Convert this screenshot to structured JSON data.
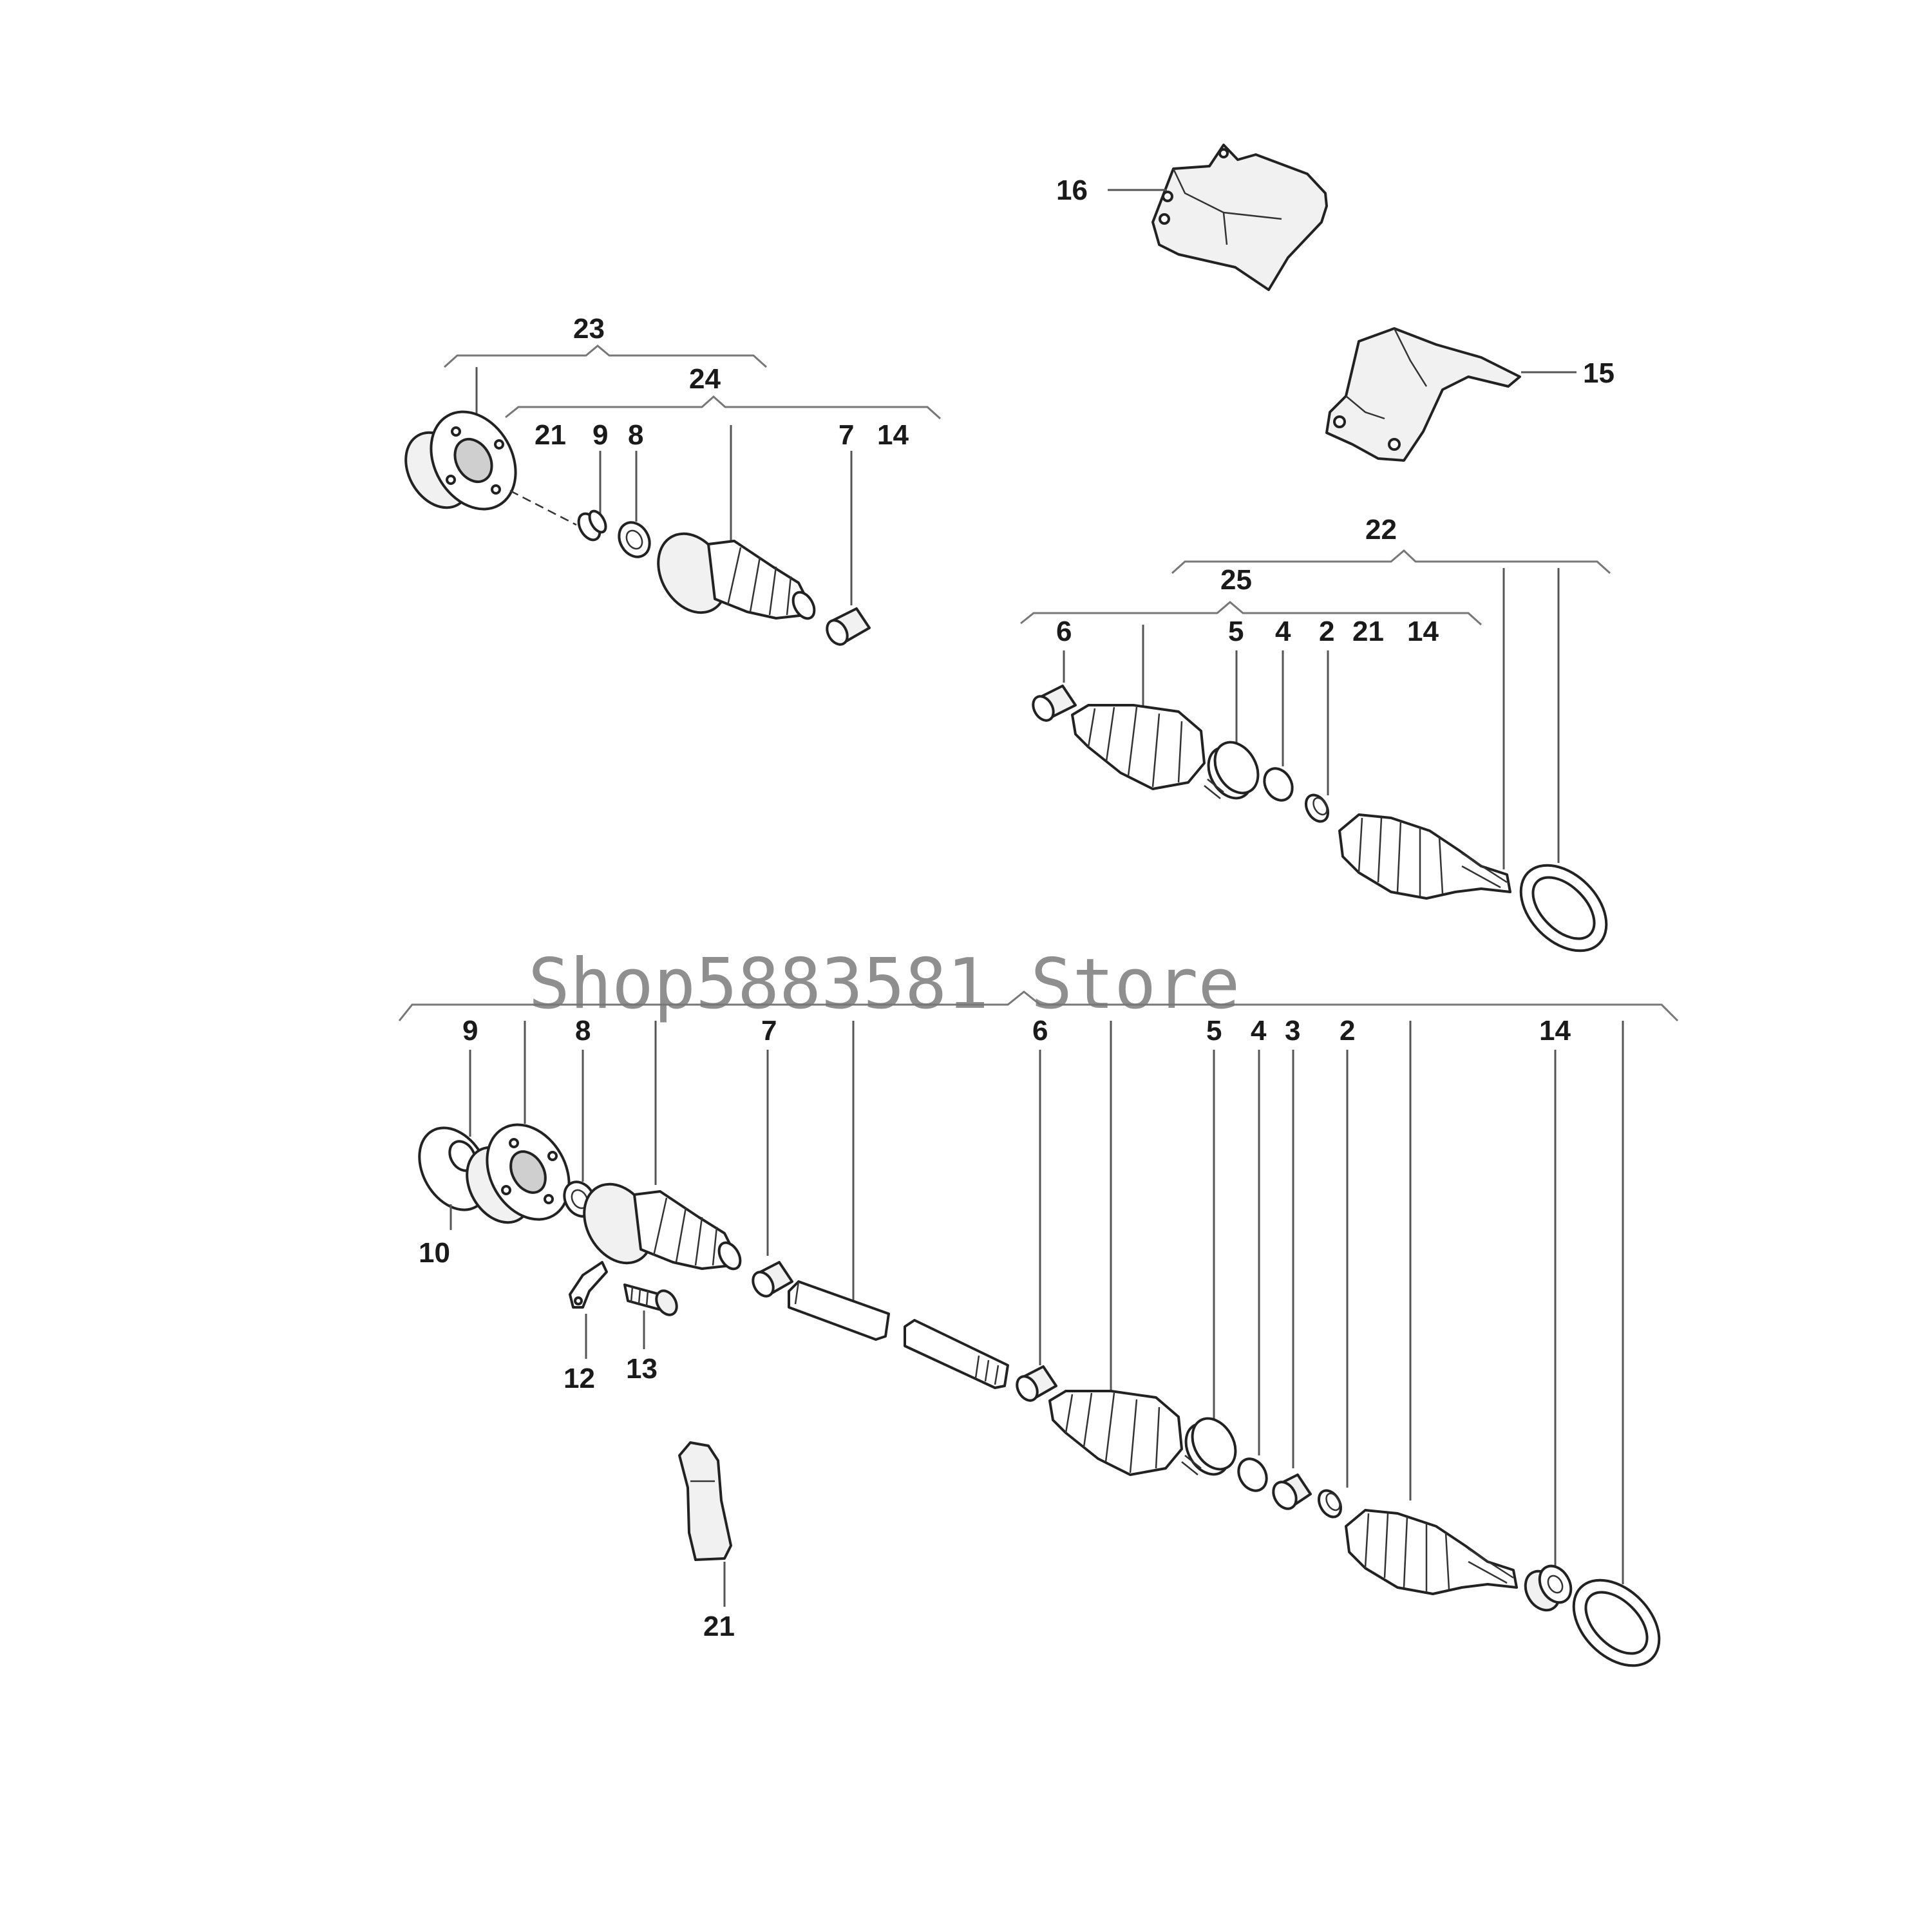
{
  "watermark": "Shop5883581 Store",
  "callouts": {
    "top_left_assembly": "23",
    "top_left_subassembly": "24",
    "tl_21": "21",
    "tl_9": "9",
    "tl_8": "8",
    "tl_7": "7",
    "tl_14": "14",
    "shield_upper": "16",
    "shield_lower": "15",
    "right_assembly": "22",
    "right_subassembly": "25",
    "r_6": "6",
    "r_5": "5",
    "r_4": "4",
    "r_2": "2",
    "r_21": "21",
    "r_14": "14",
    "b_9": "9",
    "b_8": "8",
    "b_7": "7",
    "b_6": "6",
    "b_5": "5",
    "b_4": "4",
    "b_3": "3",
    "b_2": "2",
    "b_14": "14",
    "b_10": "10",
    "b_12": "12",
    "b_13": "13",
    "b_21": "21"
  }
}
